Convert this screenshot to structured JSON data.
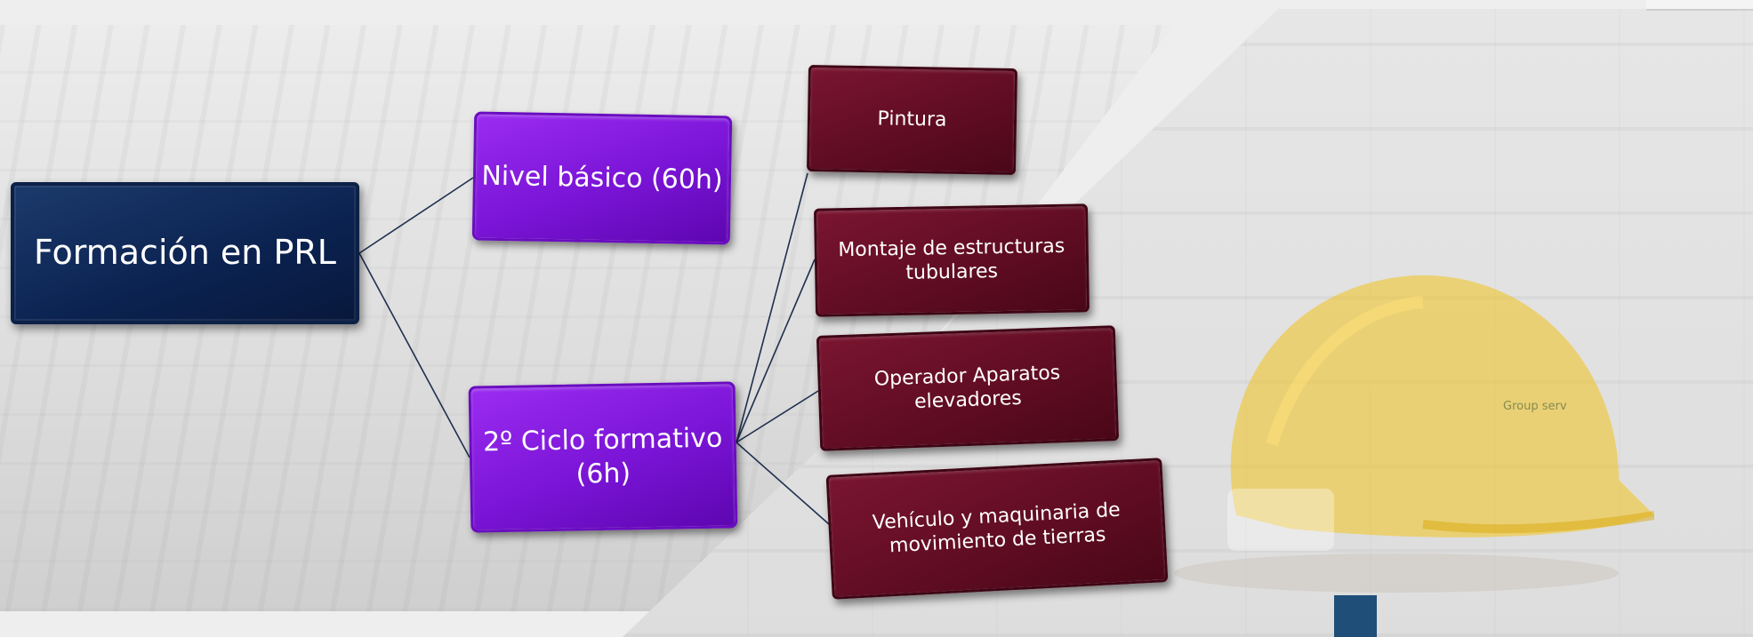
{
  "diagram": {
    "root": {
      "label": "Formación en PRL"
    },
    "levels": [
      {
        "label": "Nivel básico (60h)"
      },
      {
        "label": "2º Ciclo formativo (6h)"
      }
    ],
    "specializations": [
      {
        "label": "Pintura"
      },
      {
        "label": "Montaje de estructuras tubulares"
      },
      {
        "label": "Operador Aparatos elevadores"
      },
      {
        "label": "Vehículo y maquinaria de movimiento de tierras"
      }
    ]
  },
  "background": {
    "helmet_text": "Group serv"
  },
  "colors": {
    "root_fill": "#0b2250",
    "level_fill": "#7a14d6",
    "specialization_fill": "#5e0c22",
    "connector": "#1f2f4f",
    "helmet": "#f3c21b"
  }
}
